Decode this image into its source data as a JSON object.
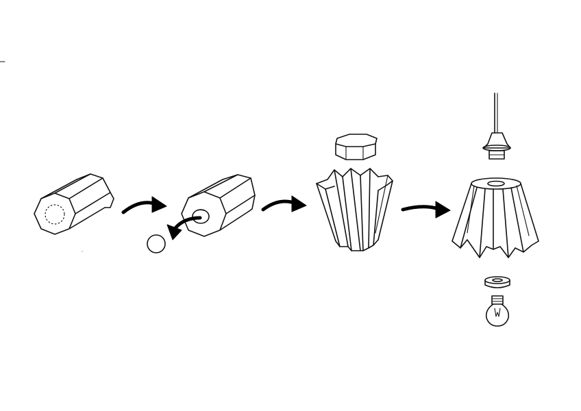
{
  "steps": [
    {
      "id": "octagonal-block"
    },
    {
      "id": "hollowed-block"
    },
    {
      "id": "folded-shade-with-cap"
    },
    {
      "id": "pendant-lamp-assembly"
    }
  ],
  "colors": {
    "background": "#ffffff",
    "ink": "#111111"
  }
}
